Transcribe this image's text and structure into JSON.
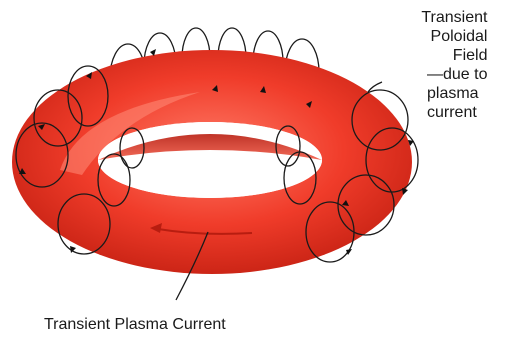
{
  "labels": {
    "poloidal_line1": "Transient",
    "poloidal_line2": "Poloidal",
    "poloidal_line3": "Field",
    "poloidal_line4": "—due to",
    "poloidal_line5": "plasma",
    "poloidal_line6": "current",
    "plasma_current": "Transient Plasma Current"
  },
  "colors": {
    "torus": "#f03c2a",
    "torus_dark": "#c42012",
    "torus_light": "#ff6a55",
    "field_lines": "#1a1a1a"
  }
}
